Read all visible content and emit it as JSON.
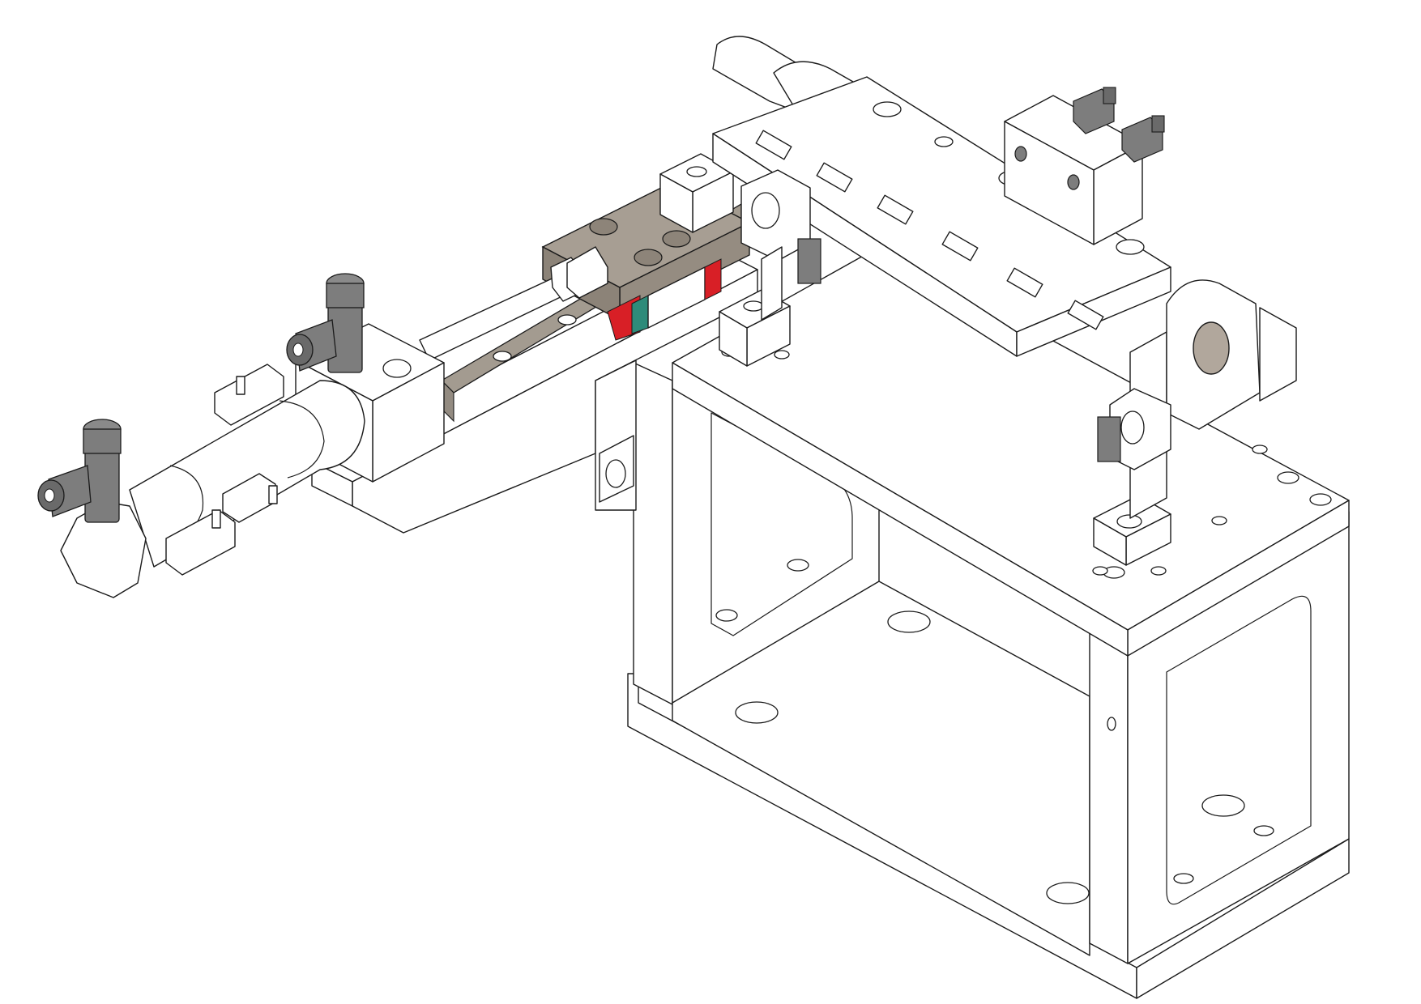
{
  "palette": {
    "outline": "#1a1a1a",
    "fill": "#ffffff",
    "fitting": "#7d7d7d",
    "fitting_dark": "#6a6a6a",
    "plate": "#a79e93",
    "rail": "#a39b90",
    "bore": "#b1a79c",
    "accent_red": "#d81f26",
    "accent_teal": "#2e8b7a"
  },
  "assembly": {
    "view": "isometric",
    "parts": [
      "base-frame",
      "top-plate",
      "pivot-bracket",
      "carriage-arm",
      "linear-rail",
      "slide-block",
      "pneumatic-cylinder",
      "push-in-fittings",
      "lever-bar",
      "sensor-block"
    ]
  }
}
